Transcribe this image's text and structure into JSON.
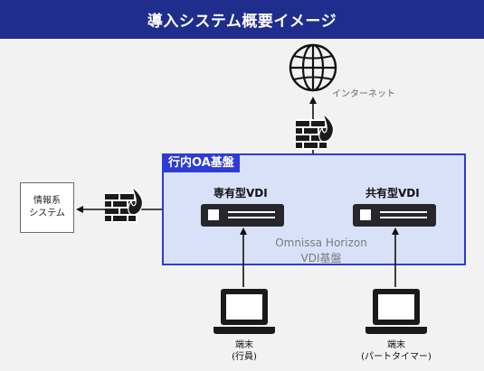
{
  "title": "導入システム概要イメージ",
  "internet": {
    "label": "インターネット"
  },
  "oa_platform": {
    "label": "行内OA基盤"
  },
  "info_system": {
    "line1": "情報系",
    "line2": "システム"
  },
  "vdi": {
    "dedicated": "専有型VDI",
    "shared": "共有型VDI",
    "platform_line1": "Omnissa Horizon",
    "platform_line2": "VDI基盤"
  },
  "terminals": {
    "staff": {
      "line1": "端末",
      "line2": "(行員)"
    },
    "part_timer": {
      "line1": "端末",
      "line2": "(パートタイマー)"
    }
  },
  "colors": {
    "title_bg": "#1f2d8c",
    "platform_border": "#2e3bd6",
    "platform_fill": "#d9e1f9",
    "firewall_fire": "#1a1a1a"
  },
  "icons": [
    "globe-icon",
    "firewall-icon",
    "server-icon",
    "laptop-icon"
  ]
}
